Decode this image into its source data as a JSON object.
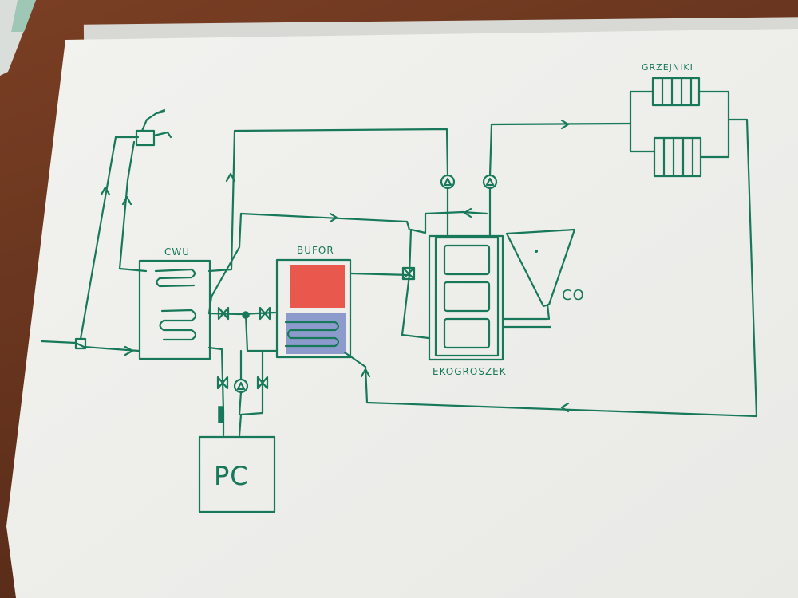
{
  "labels": {
    "cwu": "CWU",
    "bufor": "BUFOR",
    "grzejniki": "GRZEJNIKI",
    "co": "CO",
    "ekogroszek": "EKOGROSZEK",
    "pc": "PC"
  },
  "colors": {
    "ink": "#17795a",
    "hot": "#e8473b",
    "cold": "#3d58b0",
    "paper": "#f4f4f2",
    "desk": "#6e3a22"
  },
  "icons": [
    "faucet-icon",
    "pump-icon",
    "valve-icon",
    "three-way-valve-icon",
    "flow-arrow-icon",
    "radiator-icon",
    "hopper-icon",
    "coil-icon"
  ]
}
